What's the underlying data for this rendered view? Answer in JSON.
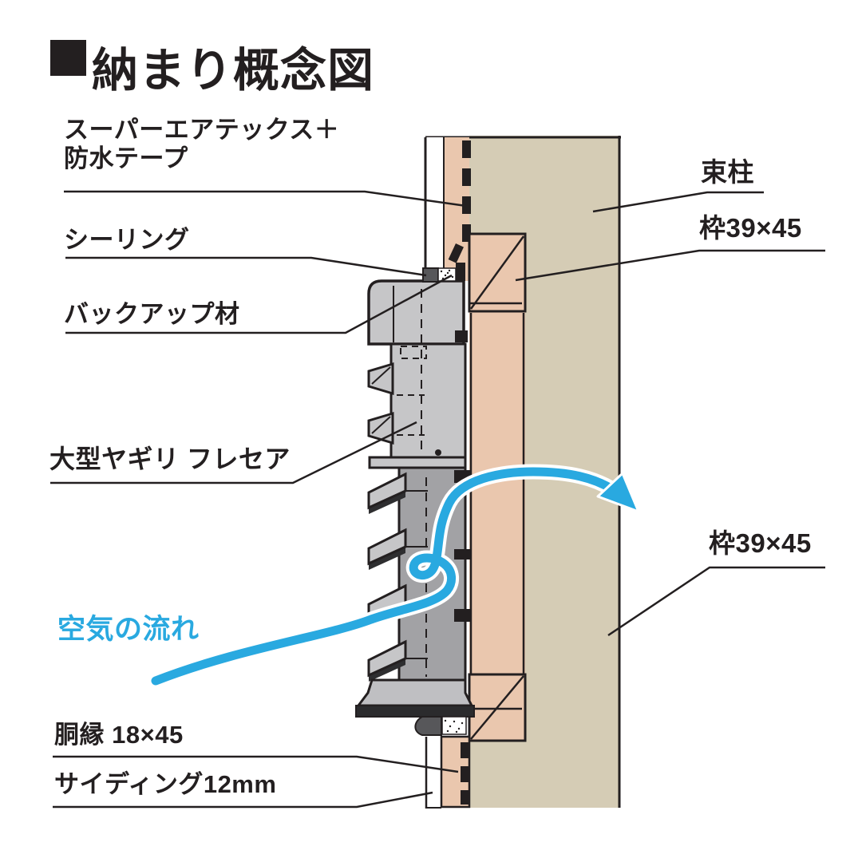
{
  "title": {
    "text": "納まり概念図"
  },
  "labels": {
    "airtex_line1": "スーパーエアテックス＋",
    "airtex_line2": "防水テープ",
    "sealing": "シーリング",
    "backup": "バックアップ材",
    "louver": "大型ヤギリ フレセア",
    "airflow": "空気の流れ",
    "furring": "胴縁 18×45",
    "siding": "サイディング12mm",
    "post": "束柱",
    "frame_upper": "枠39×45",
    "frame_lower": "枠39×45"
  },
  "colors": {
    "outline": "#231f20",
    "wood_post": "#d5ccb5",
    "wood_frame": "#eac7ae",
    "louver_light": "#c6c6c8",
    "louver_mid": "#bfbfc2",
    "louver_dark": "#a2a2a5",
    "louver_shadow": "#2e2e30",
    "sealant": "#57575a",
    "airflow_blue": "#29a9e0"
  }
}
